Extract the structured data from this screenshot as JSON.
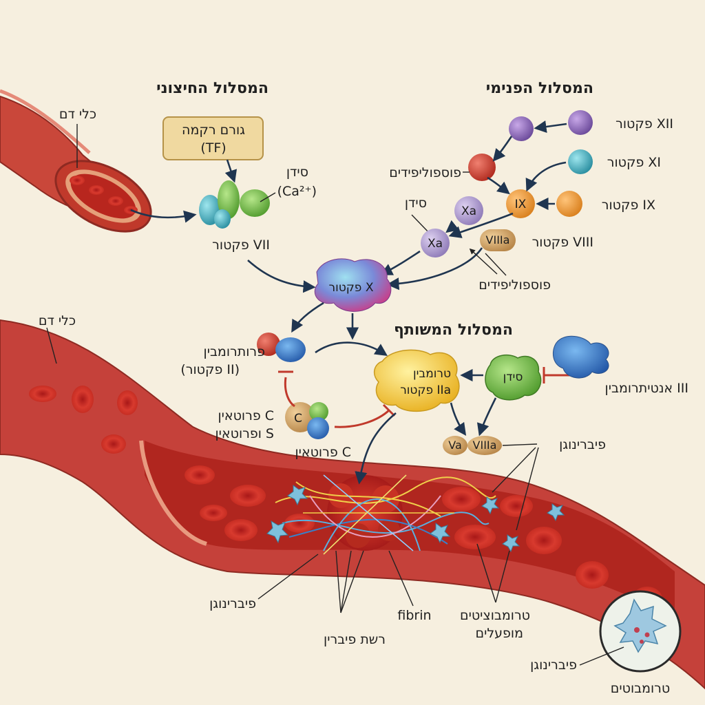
{
  "headings": {
    "extrinsic": "המסלול החיצוני",
    "intrinsic": "המסלול הפנימי",
    "common": "המסלול המשותף"
  },
  "labels": {
    "vessel_top": "כלי דם",
    "vessel_mid": "כלי דם",
    "tissue_factor_line1": "גורם רקמה",
    "tissue_factor_line2": "(TF)",
    "calcium_top_word": "סידן",
    "calcium_top_formula": "(Ca²⁺)",
    "factor_vii": "פקטור VII",
    "factor_xii": "פקטור XII",
    "factor_xi": "פקטור XI",
    "factor_ix": "פקטור IX",
    "factor_viii": "פקטור VIII",
    "phospholipids_upper": "פוספוליפידים",
    "phospholipids_lower": "פוספוליפידים",
    "calcium_mid": "סידן",
    "node_xa_upper": "Xa",
    "node_xa_lower": "Xa",
    "node_ix": "IX",
    "node_viiia": "VIIIa",
    "factor_x": "פקטור X",
    "prothrombin_line1": "פרותרומבין",
    "prothrombin_line2": "(פקטור II)",
    "thrombin_line1": "טרומבין",
    "thrombin_line2": "פקטור IIa",
    "calcium_box": "סידן",
    "antithrombin": "אנטיתרומבין III",
    "protein_cs_line1": "פרוטאין C",
    "protein_cs_line2": "ופרוטאין S",
    "protein_c_node": "C",
    "protein_c": "פרוטאין C",
    "va": "Va",
    "viiia_bottom": "VIIIa",
    "fibrinogen_right": "פיברינוגן",
    "fibrinogen_left": "פיברינוגן",
    "fibrin_network": "רשת פיברין",
    "fibrin": "fibrin",
    "activated_platelets_line1": "טרומבוציטים",
    "activated_platelets_line2": "מופעלים",
    "fibrinogen_inset": "פיברינוגן",
    "thrombocytes": "טרומבוטים"
  }
}
